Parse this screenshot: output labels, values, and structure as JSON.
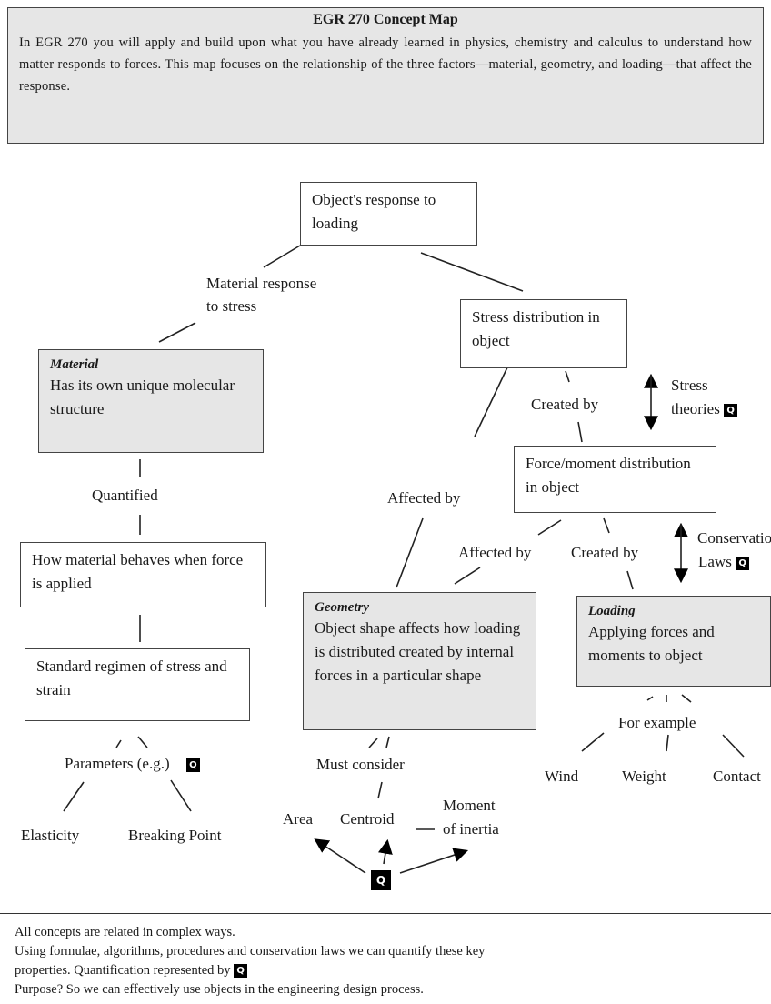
{
  "header": {
    "title": "EGR 270 Concept Map",
    "body": "In EGR 270 you will apply and build upon what you have already learned in physics, chemistry and calculus to understand how matter responds to forces. This map focuses on the relationship of the three factors—material, geometry, and loading—that affect the response."
  },
  "nodes": {
    "root": "Object's response to loading",
    "stress_dist": "Stress distribution in object",
    "material_title": "Material",
    "material_body": "Has its own unique molecular structure",
    "force_dist": "Force/moment distribution in object",
    "behaves": "How material behaves when force is applied",
    "geometry_title": "Geometry",
    "geometry_body": "Object shape affects how loading is distributed created by internal forces in a particular shape",
    "loading_title": "Loading",
    "loading_body": "Applying forces and moments to object",
    "regimen": "Standard regimen of stress and strain"
  },
  "labels": {
    "material_response": "Material response",
    "to_stress": "to stress",
    "created_by_1": "Created by",
    "stress": "Stress",
    "theories": "theories",
    "quantified": "Quantified",
    "affected_by_1": "Affected by",
    "affected_by_2": "Affected by",
    "created_by_2": "Created by",
    "conservation": "Conservation",
    "laws": "Laws",
    "for_example": "For example",
    "wind": "Wind",
    "weight": "Weight",
    "contact": "Contact",
    "parameters": "Parameters (e.g.)",
    "must_consider": "Must consider",
    "area": "Area",
    "centroid": "Centroid",
    "moment": "Moment",
    "of_inertia": "of inertia",
    "elasticity": "Elasticity",
    "breaking_point": "Breaking Point"
  },
  "quant_symbol": "Q",
  "footer": {
    "line1": "All concepts are related in complex ways.",
    "line2": "Using formulae, algorithms, procedures and conservation laws we can quantify these key",
    "line3": "properties.  Quantification represented by",
    "line4": "Purpose?  So we can effectively use objects in the engineering design process."
  }
}
